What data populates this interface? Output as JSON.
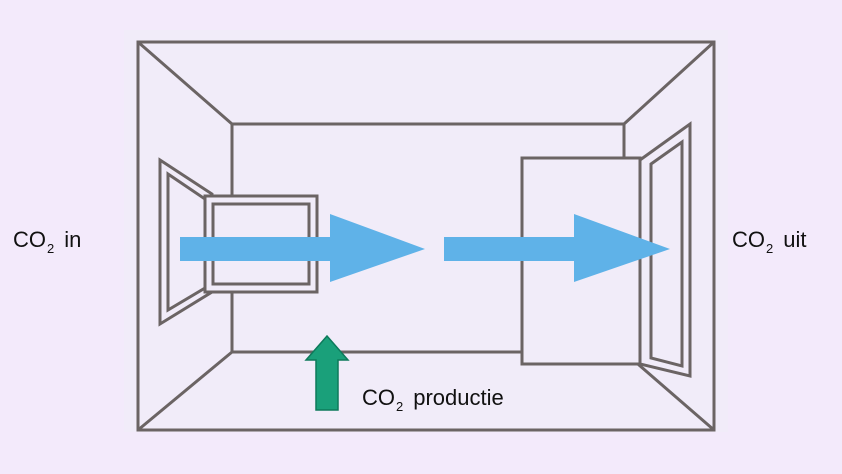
{
  "labels": {
    "co2_in": {
      "main": "CO",
      "sub": "2",
      "rest": "in"
    },
    "co2_out": {
      "main": "CO",
      "sub": "2",
      "rest": "uit"
    },
    "co2_production": {
      "main": "CO",
      "sub": "2",
      "rest": "productie"
    }
  },
  "colors": {
    "background": "#f3eafb",
    "room_fill": "#f1ecf9",
    "wall_line": "#6b6464",
    "airflow_arrow": "#5fb2e8",
    "production_arrow": "#1aa07a"
  }
}
